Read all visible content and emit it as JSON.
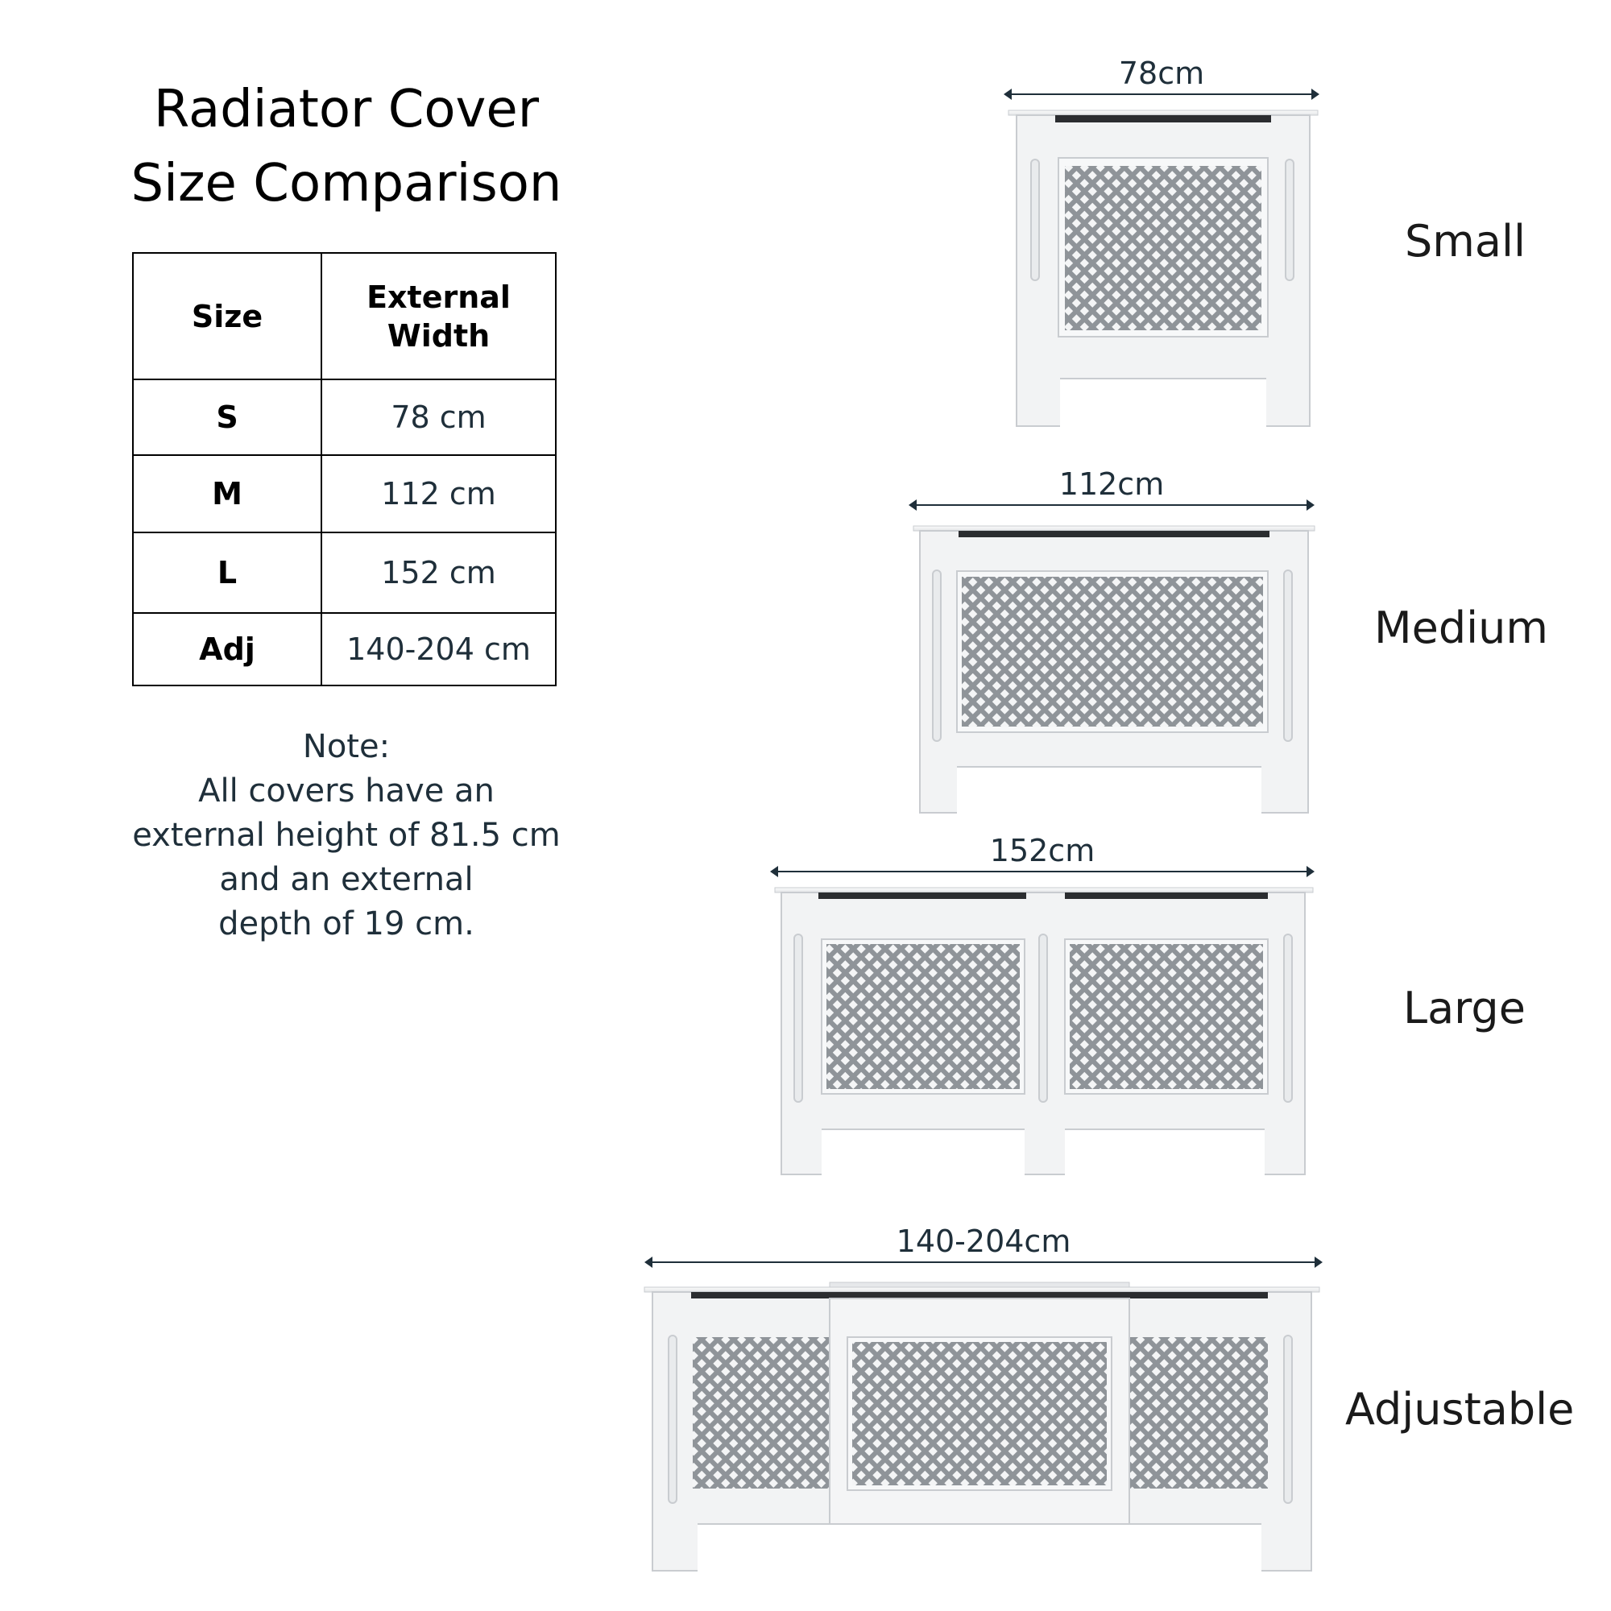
{
  "title": {
    "line1": "Radiator Cover",
    "line2": "Size Comparison"
  },
  "table": {
    "headers": {
      "size": "Size",
      "width_line1": "External",
      "width_line2": "Width"
    },
    "rows": [
      {
        "size": "S",
        "width": "78 cm"
      },
      {
        "size": "M",
        "width": "112 cm"
      },
      {
        "size": "L",
        "width": "152 cm"
      },
      {
        "size": "Adj",
        "width": "140-204 cm"
      }
    ]
  },
  "note": {
    "lines": [
      "Note:",
      "All covers have an",
      "external height of 81.5 cm",
      "and an external",
      "depth of 19 cm."
    ]
  },
  "covers": [
    {
      "name": "Small",
      "dimension": "78cm"
    },
    {
      "name": "Medium",
      "dimension": "112cm"
    },
    {
      "name": "Large",
      "dimension": "152cm"
    },
    {
      "name": "Adjustable",
      "dimension": "140-204cm"
    }
  ],
  "colors": {
    "text_dark": "#1f2f3a",
    "cover_white": "#f2f3f4",
    "cover_edge": "#c9ccd0",
    "mesh_bg": "#8f9499",
    "mesh_hole": "#f4f5f6"
  }
}
